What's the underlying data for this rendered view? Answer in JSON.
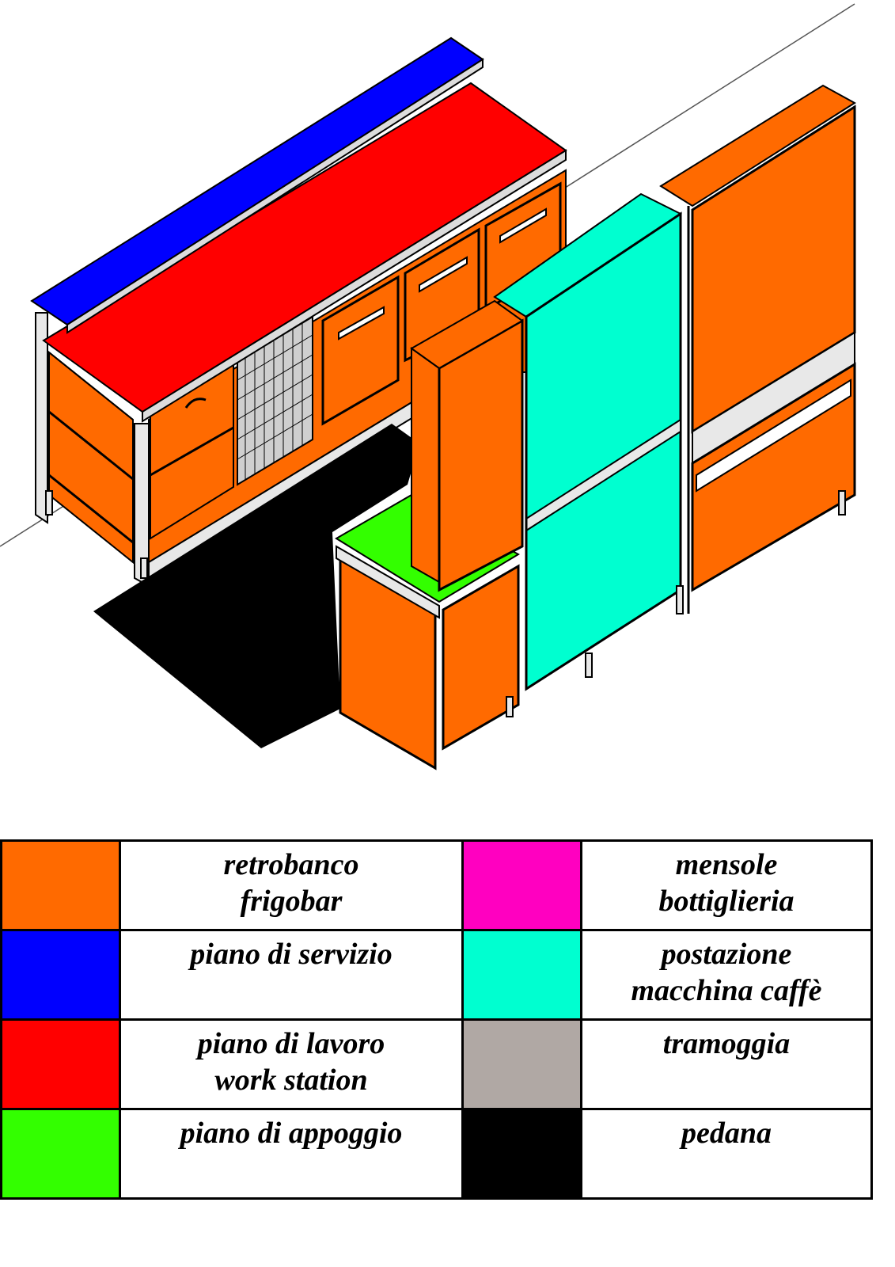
{
  "legend": [
    {
      "color": "#ff6a00",
      "lines": [
        "retrobanco",
        "frigobar"
      ]
    },
    {
      "color": "#ff00c0",
      "lines": [
        "mensole",
        "bottiglieria"
      ]
    },
    {
      "color": "#0000ff",
      "lines": [
        "piano di servizio"
      ]
    },
    {
      "color": "#00ffd0",
      "lines": [
        "postazione",
        "macchina caffè"
      ]
    },
    {
      "color": "#ff0000",
      "lines": [
        "piano di lavoro",
        "work station"
      ]
    },
    {
      "color": "#b0a8a4",
      "lines": [
        "tramoggia"
      ]
    },
    {
      "color": "#33ff00",
      "lines": [
        "piano di appoggio"
      ]
    },
    {
      "color": "#000000",
      "lines": [
        "pedana"
      ]
    }
  ],
  "colors": {
    "orange": "#ff6a00",
    "blue": "#0000ff",
    "red": "#ff0000",
    "green": "#33ff00",
    "magenta": "#ff00c0",
    "cyan": "#00ffd0",
    "black": "#000000",
    "frame": "#e8e8e8"
  }
}
